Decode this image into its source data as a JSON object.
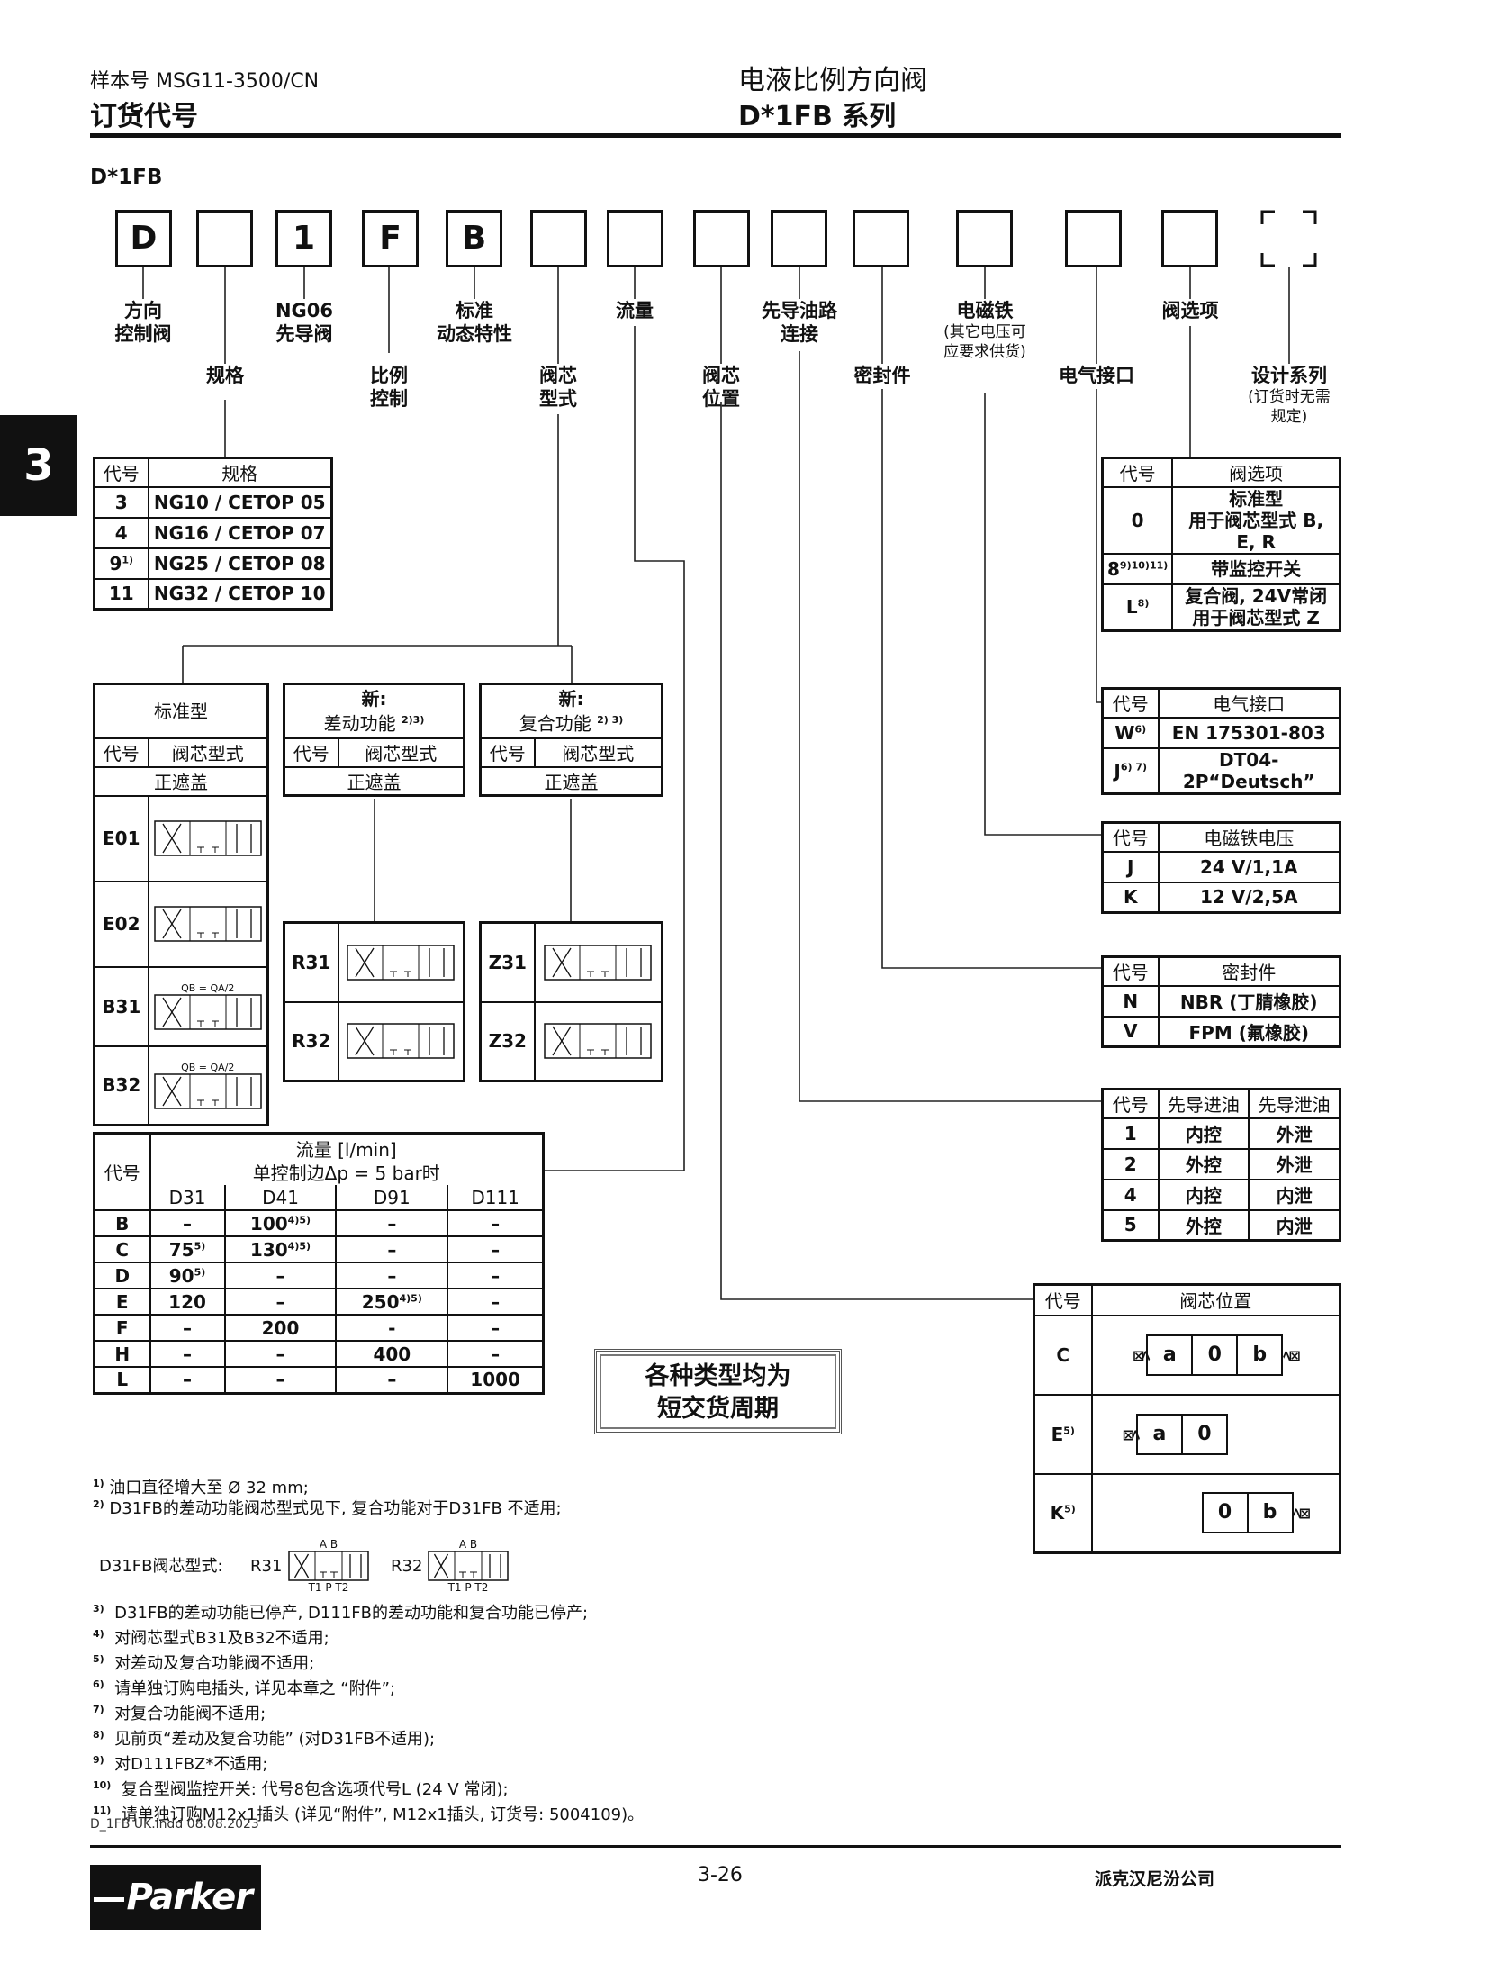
{
  "header": {
    "catalog": "样本号 MSG11-3500/CN",
    "section": "订货代号",
    "title": "电液比例方向阀",
    "series": "D*1FB 系列"
  },
  "side_tab": "3",
  "model": "D*1FB",
  "code_boxes": [
    "D",
    "",
    "1",
    "F",
    "B",
    "",
    "",
    "",
    "",
    "",
    "",
    "",
    "",
    ""
  ],
  "labels": {
    "dir": "方向",
    "dir2": "控制阀",
    "size": "规格",
    "ng06": "NG06",
    "ng06b": "先导阀",
    "prop": "比例",
    "prop2": "控制",
    "std": "标准",
    "std2": "动态特性",
    "spool": "阀芯",
    "spool2": "型式",
    "flow": "流量",
    "pos": "阀芯",
    "pos2": "位置",
    "pilot": "先导油路",
    "pilot2": "连接",
    "seal": "密封件",
    "sol": "电磁铁",
    "sol_note1": "(其它电压可",
    "sol_note2": "应要求供货)",
    "elec": "电气接口",
    "opt": "阀选项",
    "design": "设计系列",
    "design_note1": "(订货时无需",
    "design_note2": "规定)"
  },
  "size_table": {
    "headers": [
      "代号",
      "规格"
    ],
    "rows": [
      [
        "3",
        "",
        "NG10 / CETOP 05"
      ],
      [
        "4",
        "",
        "NG16 / CETOP 07"
      ],
      [
        "9",
        "1)",
        "NG25 / CETOP 08"
      ],
      [
        "11",
        "",
        "NG32 / CETOP 10"
      ]
    ]
  },
  "spool_tables": {
    "standard": {
      "title": "标准型",
      "h1": "代号",
      "h2": "阀芯型式",
      "overlap": "正遮盖",
      "rows": [
        "E01",
        "E02",
        "B31",
        "B32"
      ],
      "note": "QB = QA/2"
    },
    "diff": {
      "title1": "新:",
      "title2": "差动功能",
      "sup": "2)3)",
      "h1": "代号",
      "h2": "阀芯型式",
      "overlap": "正遮盖",
      "rows": [
        "R31",
        "R32"
      ]
    },
    "combo": {
      "title1": "新:",
      "title2": "复合功能",
      "sup": "2) 3)",
      "h1": "代号",
      "h2": "阀芯型式",
      "overlap": "正遮盖",
      "rows": [
        "Z31",
        "Z32"
      ]
    }
  },
  "flow_table": {
    "h_code": "代号",
    "h1": "流量 [l/min]",
    "h2": "单控制边Δp = 5 bar时",
    "cols": [
      "D31",
      "D41",
      "D91",
      "D111"
    ],
    "rows": [
      [
        "B",
        "–",
        "100 4)5)",
        "–",
        "–"
      ],
      [
        "C",
        "75 5)",
        "130 4)5)",
        "–",
        "–"
      ],
      [
        "D",
        "90 5)",
        "–",
        "–",
        "–"
      ],
      [
        "E",
        "120",
        "–",
        "250 4)5)",
        "–"
      ],
      [
        "F",
        "–",
        "200",
        "-",
        "–"
      ],
      [
        "H",
        "–",
        "–",
        "400",
        "–"
      ],
      [
        "L",
        "–",
        "–",
        "–",
        "1000"
      ]
    ]
  },
  "lead_time": {
    "l1": "各种类型均为",
    "l2": "短交货周期"
  },
  "option_table": {
    "h": [
      "代号",
      "阀选项"
    ],
    "rows": [
      {
        "code": "0",
        "sup": "",
        "l1": "标准型",
        "l2": "用于阀芯型式 B, E, R"
      },
      {
        "code": "8",
        "sup": "9)10)11)",
        "l1": "带监控开关",
        "l2": ""
      },
      {
        "code": "L",
        "sup": "8)",
        "l1": "复合阀, 24V常闭",
        "l2": "用于阀芯型式 Z"
      }
    ]
  },
  "elec_table": {
    "h": [
      "代号",
      "电气接口"
    ],
    "rows": [
      [
        "W",
        "6)",
        "EN 175301-803"
      ],
      [
        "J",
        "6) 7)",
        "DT04-2P“Deutsch”"
      ]
    ]
  },
  "volt_table": {
    "h": [
      "代号",
      "电磁铁电压"
    ],
    "rows": [
      [
        "J",
        "24 V/1,1A"
      ],
      [
        "K",
        "12 V/2,5A"
      ]
    ]
  },
  "seal_table": {
    "h": [
      "代号",
      "密封件"
    ],
    "rows": [
      [
        "N",
        "NBR (丁腈橡胶)"
      ],
      [
        "V",
        "FPM (氟橡胶)"
      ]
    ]
  },
  "pilot_table": {
    "h": [
      "代号",
      "先导进油",
      "先导泄油"
    ],
    "rows": [
      [
        "1",
        "内控",
        "外泄"
      ],
      [
        "2",
        "外控",
        "外泄"
      ],
      [
        "4",
        "内控",
        "内泄"
      ],
      [
        "5",
        "外控",
        "内泄"
      ]
    ]
  },
  "pos_table": {
    "h": [
      "代号",
      "阀芯位置"
    ],
    "rows": [
      {
        "code": "C",
        "sup": "",
        "cells": [
          "a",
          "0",
          "b"
        ]
      },
      {
        "code": "E",
        "sup": "5)",
        "cells": [
          "a",
          "0"
        ]
      },
      {
        "code": "K",
        "sup": "5)",
        "cells": [
          "0",
          "b"
        ]
      }
    ]
  },
  "footnotes": {
    "f1": "油口直径增大至 Ø 32 mm;",
    "f2": "D31FB的差动功能阀芯型式见下, 复合功能对于D31FB 不适用;",
    "d31_label": "D31FB阀芯型式:",
    "r31": "R31",
    "r32": "R32",
    "ports_top": "A B",
    "ports_bottom": "T1 P T2",
    "list": [
      [
        "3)",
        "D31FB的差动功能已停产, D111FB的差动功能和复合功能已停产;"
      ],
      [
        "4)",
        "对阀芯型式B31及B32不适用;"
      ],
      [
        "5)",
        "对差动及复合功能阀不适用;"
      ],
      [
        "6)",
        "请单独订购电插头, 详见本章之 “附件”;"
      ],
      [
        "7)",
        "对复合功能阀不适用;"
      ],
      [
        "8)",
        "见前页“差动及复合功能” (对D31FB不适用);"
      ],
      [
        "9)",
        "对D111FBZ*不适用;"
      ],
      [
        "10)",
        "复合型阀监控开关: 代号8包含选项代号L (24 V 常闭);"
      ],
      [
        "11)",
        "请单独订购M12x1插头 (详见“附件”, M12x1插头, 订货号: 5004109)。"
      ]
    ]
  },
  "footer": {
    "file": "D_1FB UK.indd 08.08.2023",
    "page": "3-26",
    "company": "派克汉尼汾公司",
    "logo": "Parker"
  }
}
